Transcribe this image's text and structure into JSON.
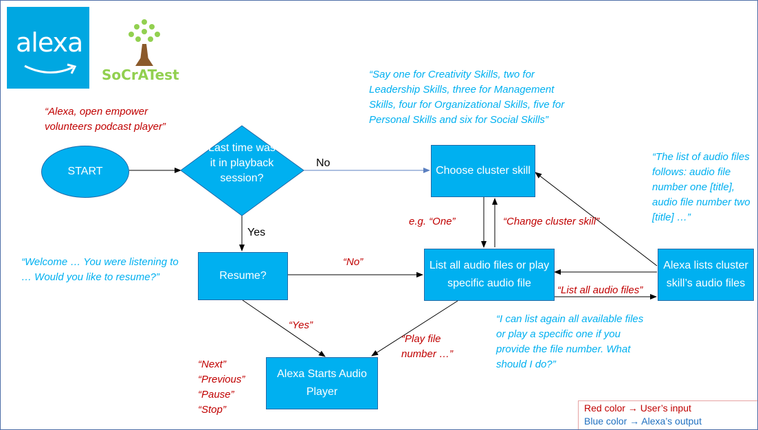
{
  "logo": {
    "alexa_word": "alexa",
    "socratest": "SoCrATest"
  },
  "shapes": {
    "start": "START",
    "decision": "Last time was it in playback session?",
    "choose": "Choose cluster skill",
    "resume": "Resume?",
    "list_all": "List all audio files or play specific audio file",
    "alexa_lists": "Alexa lists cluster skill’s audio files",
    "alexa_starts": "Alexa Starts Audio Player"
  },
  "labels": {
    "no": "No",
    "yes": "Yes"
  },
  "user_inputs": {
    "open": "“Alexa, open empower volunteers podcast player”",
    "eg_one": "e.g. “One”",
    "change_cluster": "“Change cluster skill”",
    "no_quote": "“No”",
    "list_all": "“List all audio files”",
    "yes_quote": "“Yes”",
    "play_file": "“Play file number …”",
    "next": "“Next”",
    "previous": "“Previous”",
    "pause": "“Pause”",
    "stop": "“Stop”"
  },
  "alexa_outputs": {
    "say_one": "“Say one for Creativity Skills, two for Leadership Skills, three for Management Skills, four for Organizational Skills, five for Personal Skills and six for Social Skills”",
    "welcome": "“Welcome … You were listening to … Would you like to resume?”",
    "list_follows": "“The list of audio files follows: audio file number one [title], audio file number two [title] …”",
    "list_again": "“I can list again all available files or play a specific one if you provide the file number. What should I do?”"
  },
  "legend": {
    "red_line": "Red color → User’s input",
    "blue_line": "Blue color → Alexa’s output"
  },
  "colors": {
    "shape_fill": "#00b0f0",
    "shape_border": "#1f6aa8",
    "user_text": "#c00000",
    "alexa_text": "#00b0f0",
    "connector": "#000000",
    "no_arrow": "#5b7fc0",
    "alexa_logo_bg": "#00a7e1",
    "socratest_green": "#92d050",
    "tree_trunk": "#8b5a2b"
  },
  "icons": [
    "amazon-smile-icon",
    "tree-icon"
  ]
}
